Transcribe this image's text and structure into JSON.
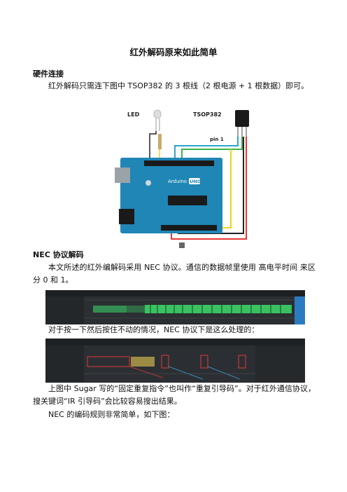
{
  "document": {
    "title": "红外解码原来如此简单",
    "section1_heading": "硬件连接",
    "section1_para": "红外解码只需连下图中 TSOP382 的 3 根线（2 根电源 + 1 根数据）即可。",
    "figure1": {
      "led_label": "LED",
      "sensor_label": "TSOP382",
      "pin_label": "pin 1",
      "board_brand": "Arduino",
      "board_model": "UNO"
    },
    "section2_heading": "NEC 协议解码",
    "section2_para": "本文所述的红外编解码采用 NEC 协议。通信的数据帧里使用 高电平时间 来区分 0 和 1。",
    "section2_para2": "对于按一下然后按住不动的情况，NEC 协议下是这么处理的：",
    "section2_para3": "上图中 Sugar 写的“固定重复指令”也叫作“重复引导码”。对于红外通信协议，搜关键词“IR 引导码”会比较容易搜出结果。",
    "section2_para4": "NEC 的编码规则非常简单，如下图："
  },
  "colors": {
    "board": "#1f86b5",
    "analyzer_bg": "#2b2f33",
    "signal_green": "#3ddc6a",
    "annotation_red": "#e23a3a",
    "annotation_blue": "#3aa6e2"
  }
}
